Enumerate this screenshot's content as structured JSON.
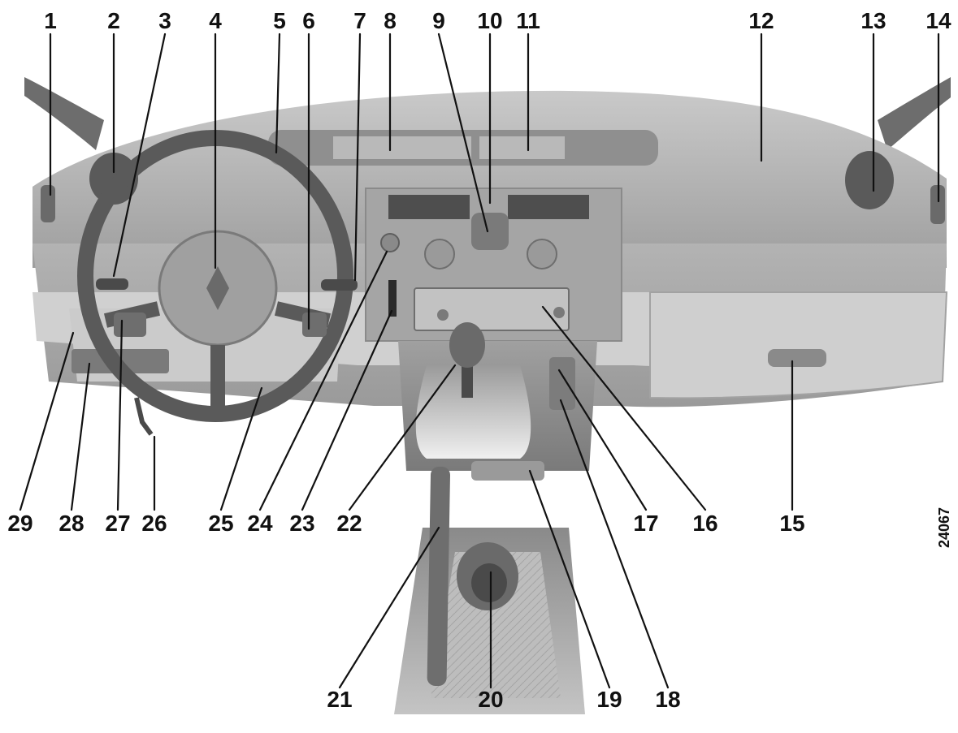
{
  "callouts": {
    "n1": "1",
    "n2": "2",
    "n3": "3",
    "n4": "4",
    "n5": "5",
    "n6": "6",
    "n7": "7",
    "n8": "8",
    "n9": "9",
    "n10": "10",
    "n11": "11",
    "n12": "12",
    "n13": "13",
    "n14": "14",
    "n15": "15",
    "n16": "16",
    "n17": "17",
    "n18": "18",
    "n19": "19",
    "n20": "20",
    "n21": "21",
    "n22": "22",
    "n23": "23",
    "n24": "24",
    "n25": "25",
    "n26": "26",
    "n27": "27",
    "n28": "28",
    "n29": "29"
  },
  "figure_ref": "24067",
  "colors": {
    "dash_top": "#bdbdbd",
    "dash_body": "#aaaaaa",
    "dash_shadow": "#7d7d7d",
    "trim_light": "#d4d4d4",
    "console": "#8e8e8e",
    "floor_tray": "#a6a6a6",
    "label": "#111111"
  }
}
